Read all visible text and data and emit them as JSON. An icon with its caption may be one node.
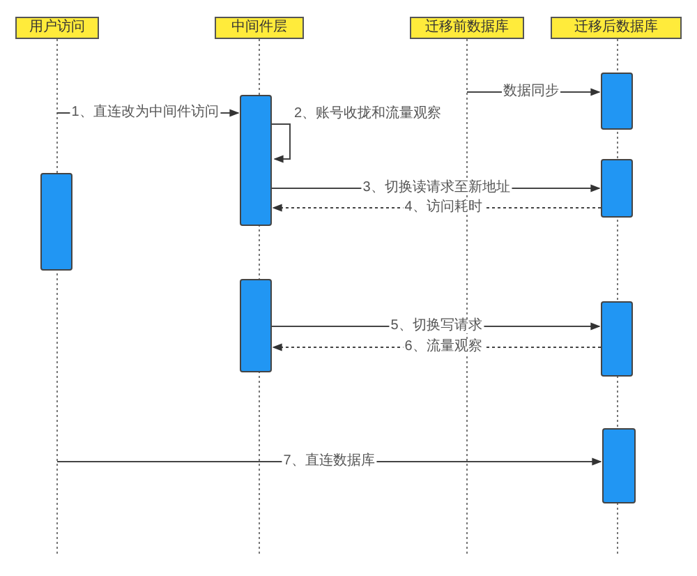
{
  "diagram": {
    "nodes": [
      {
        "text": [
          "用户访问"
        ]
      },
      {
        "text": [
          "中间件层"
        ]
      },
      {
        "text": [
          "迁移前数据库"
        ]
      },
      {
        "text": [
          "迁移后数据库"
        ]
      },
      {
        "text": [],
        "shape": "bar"
      },
      {
        "text": [],
        "shape": "bar"
      },
      {
        "text": [],
        "shape": "bar"
      },
      {
        "text": [],
        "shape": "bar"
      },
      {
        "text": [],
        "shape": "bar"
      },
      {
        "text": [],
        "shape": "bar"
      },
      {
        "text": [],
        "shape": "bar"
      }
    ],
    "edges": [
      {
        "from": null,
        "to": 7,
        "arrow": "to",
        "label": "数据同步"
      },
      {
        "from": null,
        "to": 5,
        "arrow": "to",
        "label": "1、直连改为中间件访问"
      },
      {
        "from": 5,
        "to": 5,
        "arrow": "to",
        "label": "2、账号收拢和流量观察"
      },
      {
        "from": 5,
        "to": 8,
        "arrow": "to",
        "label": "3、切换读请求至新地址"
      },
      {
        "from": 8,
        "to": 5,
        "arrow": "to",
        "label": "4、访问耗时",
        "style": "dashed"
      },
      {
        "from": 6,
        "to": 9,
        "arrow": "to",
        "label": "5、切换写请求"
      },
      {
        "from": 9,
        "to": 6,
        "arrow": "to",
        "label": "6、流量观察",
        "style": "dashed"
      },
      {
        "from": null,
        "to": 10,
        "arrow": "to",
        "label": "7、直连数据库"
      }
    ]
  }
}
